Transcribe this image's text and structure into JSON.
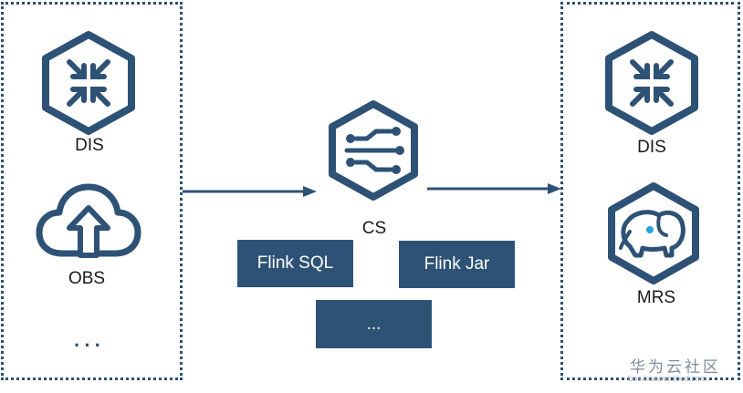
{
  "left_panel": {
    "items": [
      {
        "label": "DIS",
        "icon": "dis-icon"
      },
      {
        "label": "OBS",
        "icon": "cloud-upload-icon"
      }
    ],
    "more": "···"
  },
  "center": {
    "label": "CS",
    "icon": "cs-flow-icon",
    "boxes": [
      "Flink SQL",
      "Flink Jar",
      "..."
    ]
  },
  "right_panel": {
    "items": [
      {
        "label": "DIS",
        "icon": "dis-icon"
      },
      {
        "label": "MRS",
        "icon": "elephant-icon"
      }
    ]
  },
  "watermark": {
    "text": "华为云社区",
    "url": "bbs.huaweicloud.com"
  },
  "colors": {
    "primary": "#2e5276",
    "accent": "#29a3d6",
    "frame": "#2c4f73"
  }
}
